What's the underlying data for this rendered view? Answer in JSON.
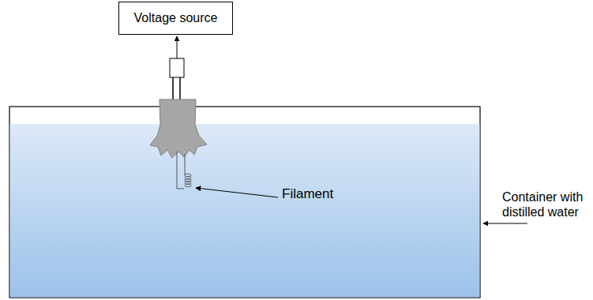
{
  "diagram": {
    "nodes": [
      {
        "text": [
          "Voltage source"
        ]
      }
    ],
    "labels": [
      "Filament",
      "Container with distilled water"
    ]
  }
}
